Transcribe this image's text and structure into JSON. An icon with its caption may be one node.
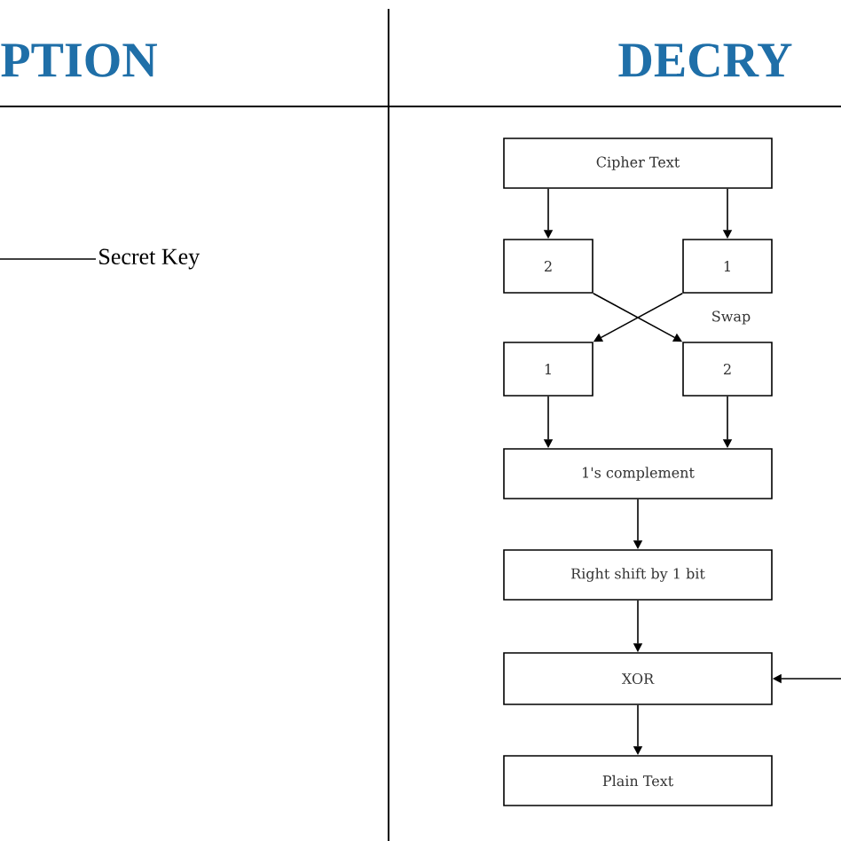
{
  "diagram": {
    "nodes": [
      {
        "text": [
          "Secret Key"
        ]
      },
      {
        "text": [
          "Cipher Text"
        ]
      },
      {
        "text": [
          "2"
        ]
      },
      {
        "text": [
          "1"
        ]
      },
      {
        "text": [
          "1"
        ]
      },
      {
        "text": [
          "2"
        ]
      },
      {
        "text": [
          "1's complement"
        ]
      },
      {
        "text": [
          "Right shift by 1 bit"
        ]
      },
      {
        "text": [
          "XOR"
        ]
      },
      {
        "text": [
          "Plain Text"
        ]
      }
    ],
    "edges": [
      {
        "from": null,
        "to": 0,
        "arrow": "none"
      },
      {
        "from": 1,
        "to": 2,
        "arrow": "to"
      },
      {
        "from": 1,
        "to": 3,
        "arrow": "to"
      },
      {
        "from": 2,
        "to": 5,
        "arrow": "to"
      },
      {
        "from": 3,
        "to": 4,
        "arrow": "to"
      },
      {
        "from": 4,
        "to": 6,
        "arrow": "to"
      },
      {
        "from": 5,
        "to": 6,
        "arrow": "to"
      },
      {
        "from": 6,
        "to": 7,
        "arrow": "to"
      },
      {
        "from": 7,
        "to": 8,
        "arrow": "to"
      },
      {
        "from": null,
        "to": 8,
        "arrow": "to"
      },
      {
        "from": 8,
        "to": 9,
        "arrow": "to"
      }
    ],
    "labels": [
      "PTION",
      "DECRY",
      "Swap"
    ]
  }
}
